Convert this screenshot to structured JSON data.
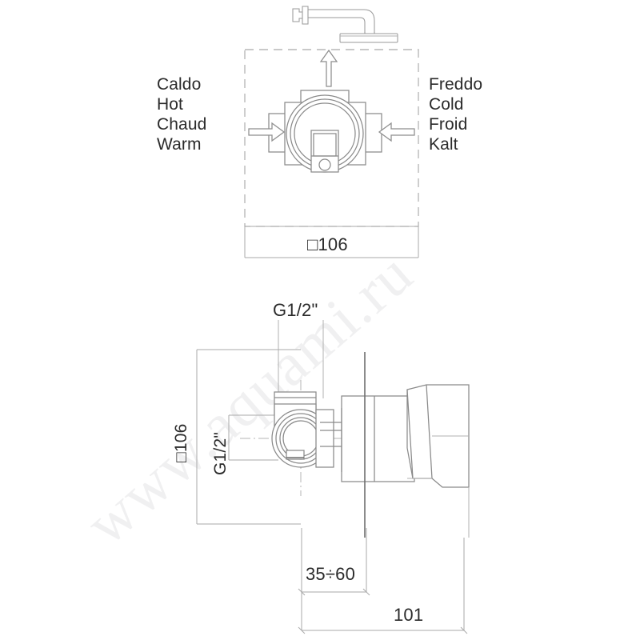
{
  "drawing": {
    "background_color": "#ffffff",
    "line_color": "#8a8a8a",
    "dim_line_color": "#a8a8a8",
    "text_color": "#2b2b2b",
    "watermark_color": "#f0f0f1"
  },
  "watermark": {
    "text": "www.aquami.ru"
  },
  "top_view": {
    "hot_labels": {
      "line1": "Caldo",
      "line2": "Hot",
      "line3": "Chaud",
      "line4": "Warm"
    },
    "cold_labels": {
      "line1": "Freddo",
      "line2": "Cold",
      "line3": "Froid",
      "line4": "Kalt"
    },
    "dimension_width": "□106",
    "arrows": {
      "up": "arrow-up",
      "left_inward": "arrow-right",
      "right_inward": "arrow-left"
    }
  },
  "side_view": {
    "top_thread_label": "G1/2\"",
    "side_thread_label": "G1/2\"",
    "height_label": "□106",
    "wall_depth_label": "35÷60",
    "total_length_label": "101"
  }
}
